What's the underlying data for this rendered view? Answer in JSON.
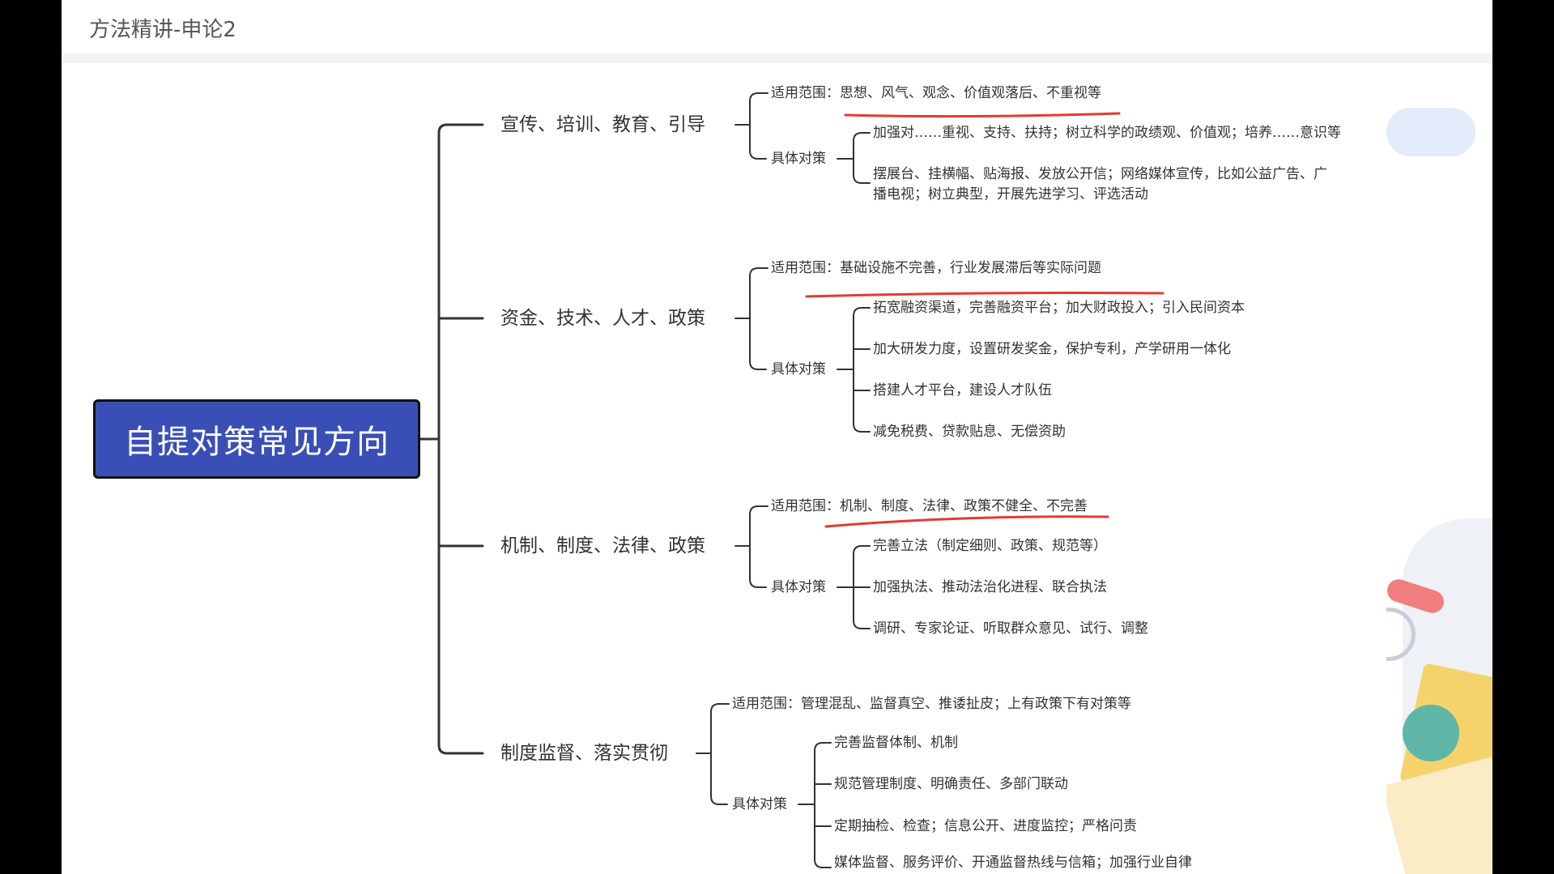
{
  "window": {
    "title": "方法精讲-申论2"
  },
  "root": {
    "label": "自提对策常见方向"
  },
  "labels": {
    "scope": "适用范围：",
    "measures": "具体对策"
  },
  "branches": [
    {
      "label": "宣传、培训、教育、引导",
      "scope": "思想、风气、观念、价值观落后、不重视等",
      "measures": [
        "加强对……重视、支持、扶持；树立科学的政绩观、价值观；培养……意识等",
        "摆展台、挂横幅、贴海报、发放公开信；网络媒体宣传，比如公益广告、广",
        "播电视；树立典型，开展先进学习、评选活动"
      ]
    },
    {
      "label": "资金、技术、人才、政策",
      "scope": "基础设施不完善，行业发展滞后等实际问题",
      "measures": [
        "拓宽融资渠道，完善融资平台；加大财政投入；引入民间资本",
        "加大研发力度，设置研发奖金，保护专利，产学研用一体化",
        "搭建人才平台，建设人才队伍",
        "减免税费、贷款贴息、无偿资助"
      ]
    },
    {
      "label": "机制、制度、法律、政策",
      "scope": "机制、制度、法律、政策不健全、不完善",
      "measures": [
        "完善立法（制定细则、政策、规范等）",
        "加强执法、推动法治化进程、联合执法",
        "调研、专家论证、听取群众意见、试行、调整"
      ]
    },
    {
      "label": "制度监督、落实贯彻",
      "scope": "管理混乱、监督真空、推诿扯皮；上有政策下有对策等",
      "measures": [
        "完善监督体制、机制",
        "规范管理制度、明确责任、多部门联动",
        "定期抽检、检查；信息公开、进度监控；严格问责",
        "媒体监督、服务评价、开通监督热线与信箱；加强行业自律"
      ]
    }
  ],
  "colors": {
    "root_bg": "#3a4fb6",
    "connector": "#333333",
    "annotation": "#e53935"
  }
}
